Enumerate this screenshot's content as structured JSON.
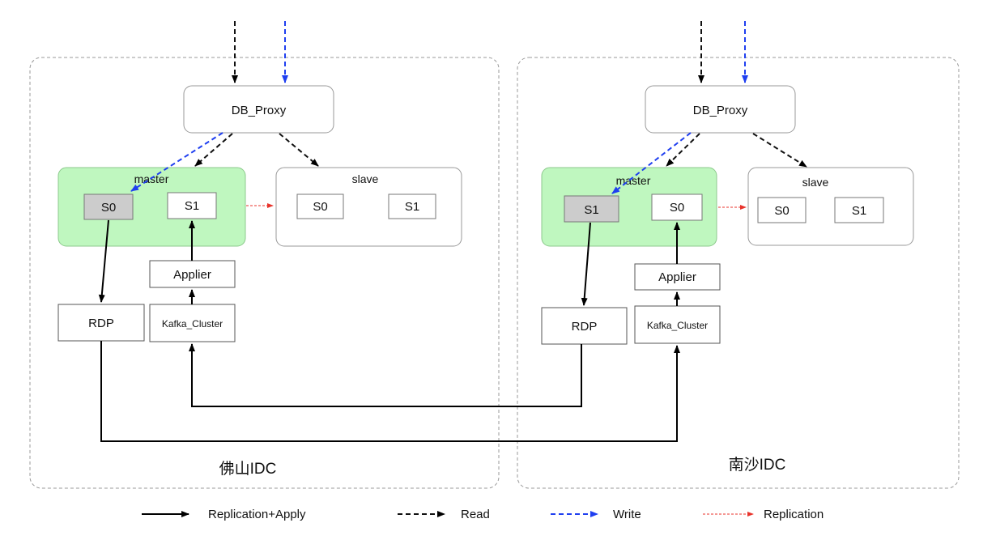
{
  "left_idc": {
    "name": "佛山IDC",
    "proxy": "DB_Proxy",
    "master": {
      "title": "master",
      "shard_a": "S0",
      "shard_b": "S1"
    },
    "slave": {
      "title": "slave",
      "shard_a": "S0",
      "shard_b": "S1"
    },
    "applier": "Applier",
    "rdp": "RDP",
    "kafka": "Kafka_Cluster"
  },
  "right_idc": {
    "name": "南沙IDC",
    "proxy": "DB_Proxy",
    "master": {
      "title": "master",
      "shard_a": "S1",
      "shard_b": "S0"
    },
    "slave": {
      "title": "slave",
      "shard_a": "S0",
      "shard_b": "S1"
    },
    "applier": "Applier",
    "rdp": "RDP",
    "kafka": "Kafka_Cluster"
  },
  "legend": {
    "replication_apply": "Replication+Apply",
    "read": "Read",
    "write": "Write",
    "replication": "Replication"
  },
  "colors": {
    "master_fill": "#bff7bf",
    "active_shard_fill": "#cccccc",
    "write": "#1f3ff0",
    "read": "#111111",
    "replication": "#e8332b",
    "replication_apply": "#000000"
  }
}
